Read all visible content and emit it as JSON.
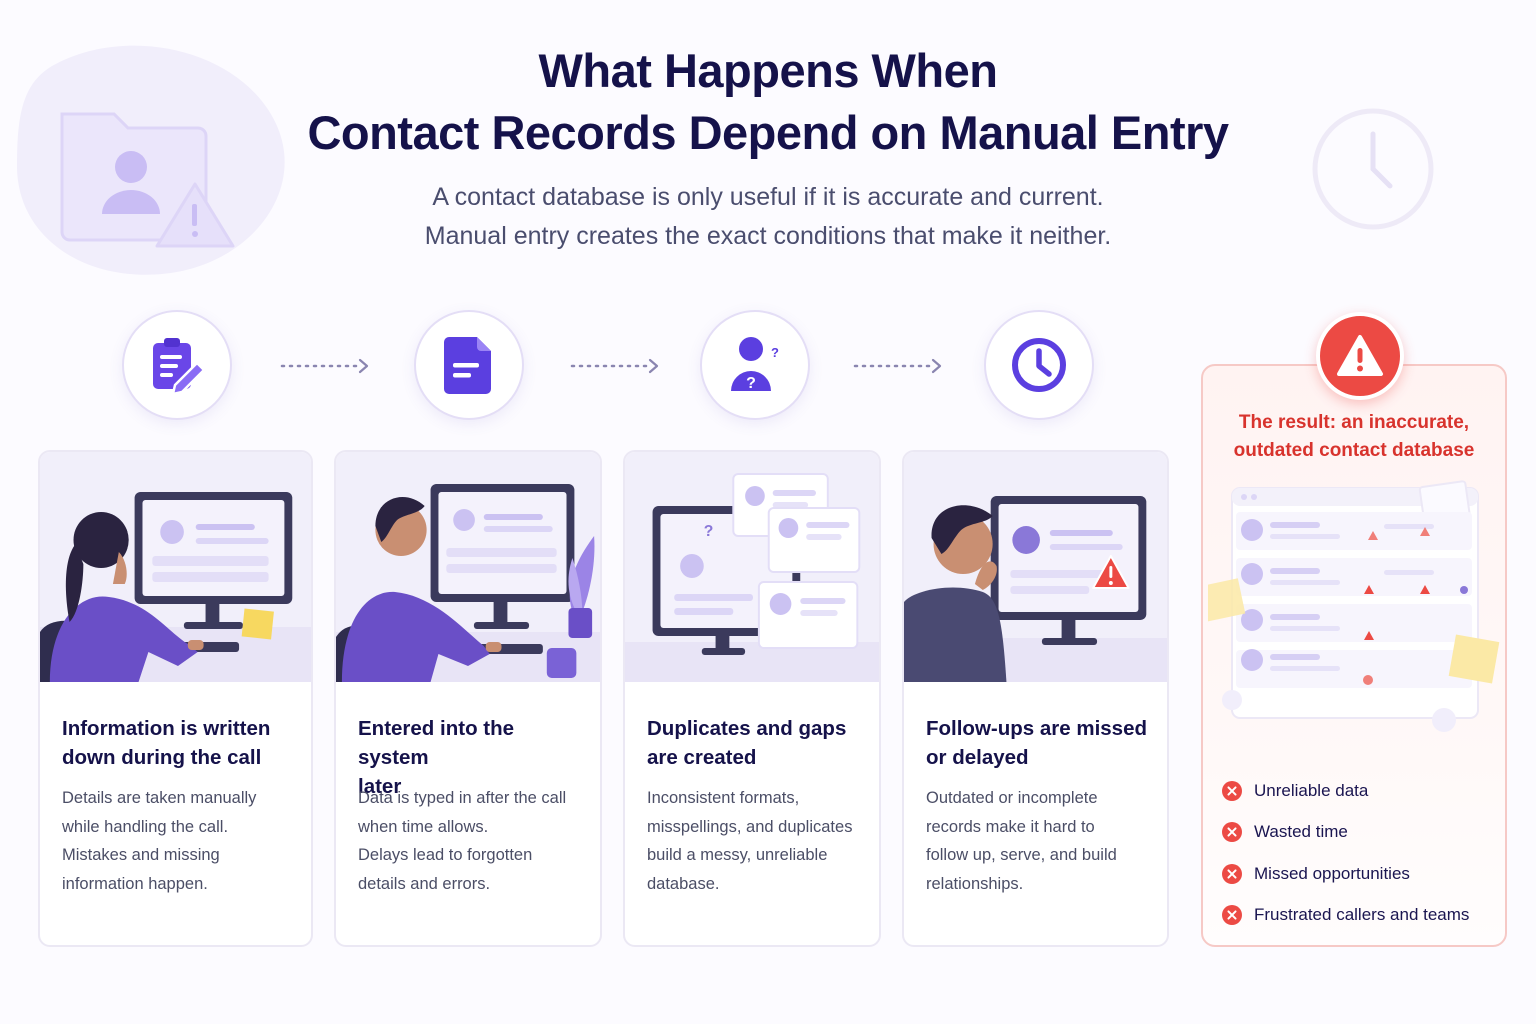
{
  "header": {
    "title_line1": "What Happens When",
    "title_line2": "Contact Records Depend on Manual Entry",
    "subtitle_line1": "A contact database is only useful if it is accurate and current.",
    "subtitle_line2": "Manual entry creates the exact conditions that make it neither."
  },
  "steps": [
    {
      "icon": "clipboard-pencil-icon",
      "title_line1": "Information is written",
      "title_line2": "down during the call",
      "body": [
        "Details are taken manually",
        "while handling the call.",
        "Mistakes and missing",
        "information happen."
      ]
    },
    {
      "icon": "document-icon",
      "title_line1": "Entered into the system",
      "title_line2": "later",
      "body": [
        "Data is typed in after the call",
        "when time allows.",
        "Delays lead to forgotten",
        "details and errors."
      ]
    },
    {
      "icon": "unknown-person-icon",
      "title_line1": "Duplicates and gaps",
      "title_line2": "are created",
      "body": [
        "Inconsistent formats,",
        "misspellings, and duplicates",
        "build a messy, unreliable",
        "database."
      ]
    },
    {
      "icon": "clock-icon",
      "title_line1": "Follow-ups are missed",
      "title_line2": "or delayed",
      "body": [
        "Outdated or incomplete",
        "records make it hard to",
        "follow up, serve, and build",
        "relationships."
      ]
    }
  ],
  "result": {
    "icon": "warning-icon",
    "title_line1": "The result: an inaccurate,",
    "title_line2": "outdated contact database",
    "items": [
      "Unreliable data",
      "Wasted time",
      "Missed opportunities",
      "Frustrated callers and teams"
    ]
  },
  "colors": {
    "navy": "#15124a",
    "purple": "#5b3fe0",
    "lavender": "#f1effa",
    "red": "#ec4a44"
  }
}
